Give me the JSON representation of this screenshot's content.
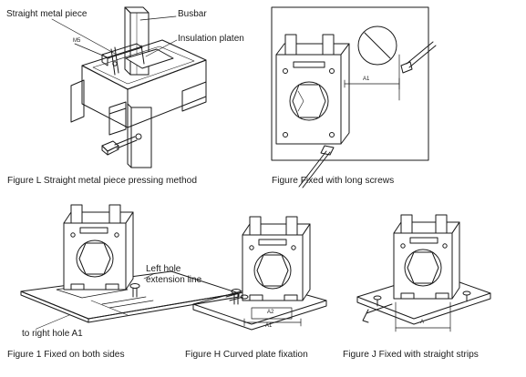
{
  "figure_l": {
    "labels": {
      "straight_metal_piece": "Straight metal piece",
      "busbar": "Busbar",
      "insulation_platen": "Insulation platen",
      "bolt_code": "M5"
    },
    "caption": "Figure L  Straight metal piece pressing method"
  },
  "figure_screws": {
    "dimension_label": "A1",
    "caption": "Figure Fixed with long screws"
  },
  "figure_1": {
    "labels": {
      "left_hole_line_1": "Left hole",
      "left_hole_line_2": "extension line",
      "right_hole": "to right hole  A1"
    },
    "caption": "Figure 1 Fixed on both sides"
  },
  "figure_h": {
    "labels": {
      "a2": "A2",
      "a1": "A1"
    },
    "caption": "Figure H Curved plate fixation"
  },
  "figure_j": {
    "labels": {
      "a": "A"
    },
    "caption": "Figure J  Fixed with straight strips"
  }
}
